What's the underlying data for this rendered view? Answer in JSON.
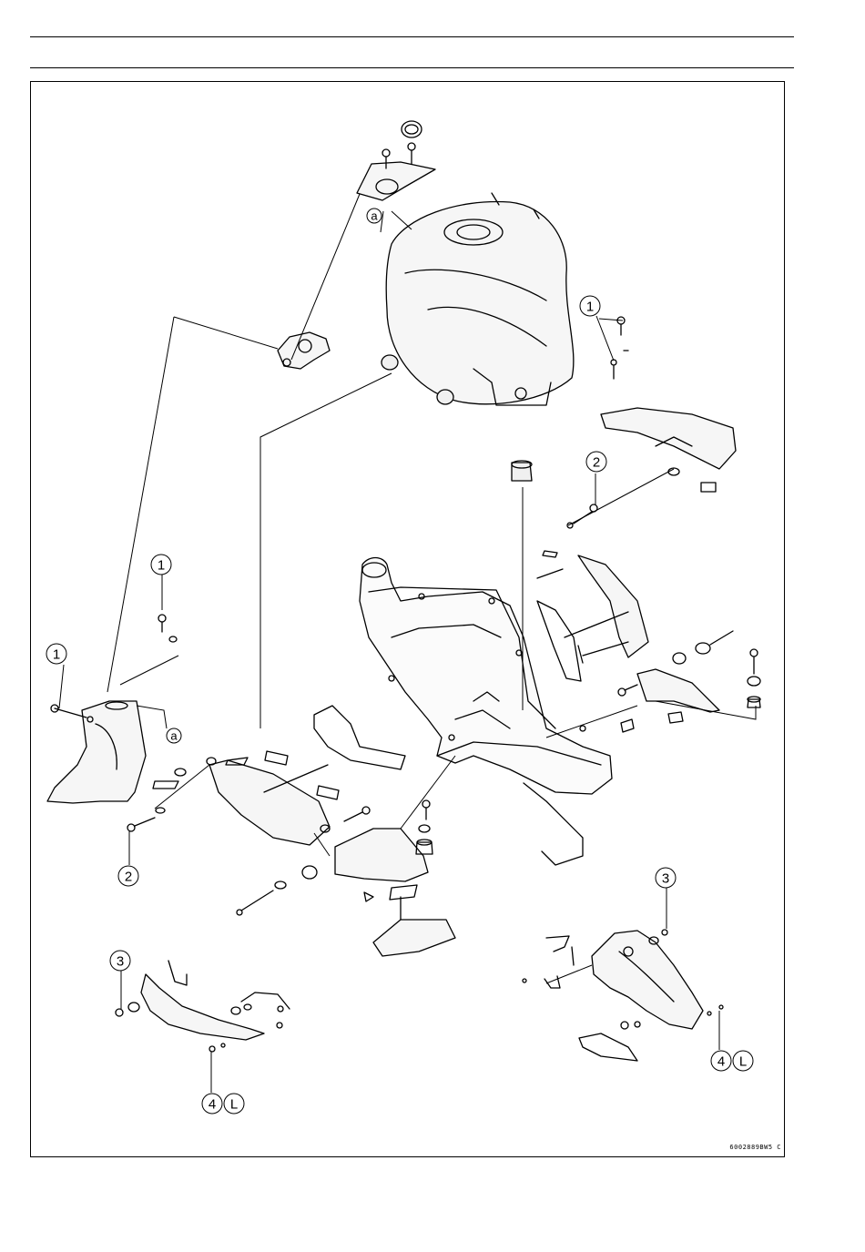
{
  "figure_code": "6002889BW5 C",
  "callouts": [
    {
      "label": "a"
    },
    {
      "label": "1"
    },
    {
      "label": "2"
    },
    {
      "label": "1"
    },
    {
      "label": "1"
    },
    {
      "label": "a"
    },
    {
      "label": "2"
    },
    {
      "label": "3"
    },
    {
      "label": "3"
    },
    {
      "label": "4",
      "suffix": "L"
    },
    {
      "label": "4",
      "suffix": "L"
    }
  ]
}
